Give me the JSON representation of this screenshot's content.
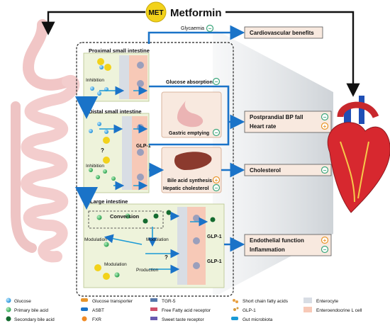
{
  "header": {
    "badge": "MET",
    "title": "Metformin"
  },
  "regions": {
    "proximal": "Proximal small intestine",
    "distal": "Distal small intestine",
    "large": "Large intestine"
  },
  "labels": {
    "inhibition1": "Inhibition",
    "inhibition2": "Inhibition",
    "glp1_distal": "GLP-1",
    "question1": "?",
    "conversion": "Conversion",
    "modulation_left": "Modulation",
    "modulation_right": "Modulation",
    "modulation_bottom": "Modulation",
    "production": "Production",
    "question2": "?",
    "glp1_large_top": "GLP-1",
    "glp1_large_bottom": "GLP-1",
    "glycaemia": "Glycaemia",
    "glucose_absorption": "Glucose absorption",
    "gastric_emptying": "Gastric emptying",
    "bile_acid_synthesis": "Bile acid synthesis",
    "hepatic_cholesterol": "Hepatic cholesterol",
    "met_small": "MET"
  },
  "outcomes": {
    "cardio": "Cardiovascular benefits",
    "bp_fall": "Postprandial BP fall",
    "heart_rate": "Heart rate",
    "cholesterol": "Cholesterol",
    "endothelial": "Endothelial function",
    "inflammation": "Inflammation"
  },
  "signs": {
    "minus": "−",
    "plus": "+"
  },
  "legend": [
    {
      "label": "Glucose",
      "icon": "glucose-icon"
    },
    {
      "label": "Primary bile acid",
      "icon": "primary-bile-acid-icon"
    },
    {
      "label": "Secondary bile acid",
      "icon": "secondary-bile-acid-icon"
    },
    {
      "label": "Glucose transporter",
      "icon": "glucose-transporter-icon"
    },
    {
      "label": "ASBT",
      "icon": "asbt-icon"
    },
    {
      "label": "FXR",
      "icon": "fxr-icon"
    },
    {
      "label": "TGR-5",
      "icon": "tgr5-icon"
    },
    {
      "label": "Free Fatty acid receptor",
      "icon": "ffa-receptor-icon"
    },
    {
      "label": "Sweet taste receptor",
      "icon": "sweet-taste-receptor-icon"
    },
    {
      "label": "Short chain fatty acids",
      "icon": "scfa-icon"
    },
    {
      "label": "GLP-1",
      "icon": "glp1-icon"
    },
    {
      "label": "Gut microbiota",
      "icon": "gut-microbiota-icon"
    },
    {
      "label": "Enterocyte",
      "icon": "enterocyte-icon"
    },
    {
      "label": "Enteroendocrine L cell",
      "icon": "l-cell-icon"
    }
  ],
  "colors": {
    "blue": "#1a73c8",
    "badge": "#f2d21b",
    "minus": "#3aa57a",
    "plus": "#e8952a",
    "box_fill": "#f8e9df",
    "panel_fill": "#eef3db"
  }
}
